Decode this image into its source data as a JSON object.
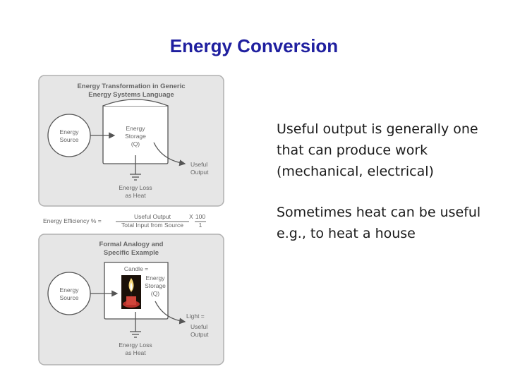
{
  "slide": {
    "title": "Energy Conversion",
    "bullets": [
      "Useful output is generally one that can produce work (mechanical, electrical)",
      "Sometimes heat can be useful e.g., to heat a house"
    ]
  },
  "figure": {
    "top_panel": {
      "title_lines": [
        "Energy Transformation in Generic",
        "Energy Systems Language"
      ],
      "source_lines": [
        "Energy",
        "Source"
      ],
      "storage_lines": [
        "Energy",
        "Storage",
        "(Q)"
      ],
      "output_lines": [
        "Useful",
        "Output"
      ],
      "loss_lines": [
        "Energy Loss",
        "as Heat"
      ]
    },
    "efficiency": {
      "label": "Energy Efficiency % =",
      "numerator": "Useful Output",
      "denominator": "Total Input from Source",
      "times": "X",
      "factor_num": "100",
      "factor_den": "1"
    },
    "bottom_panel": {
      "title_lines": [
        "Formal Analogy and",
        "Specific Example"
      ],
      "source_lines": [
        "Energy",
        "Source"
      ],
      "storage_lines": [
        "Candle =",
        "Energy",
        "Storage",
        "(Q)"
      ],
      "output_lines": [
        "Light =",
        "Useful",
        "Output"
      ],
      "loss_lines": [
        "Energy Loss",
        "as Heat"
      ]
    },
    "colors": {
      "panel_fill": "#e6e6e6",
      "panel_border": "#b0b0b0",
      "line": "#555555",
      "text": "#666666"
    }
  }
}
